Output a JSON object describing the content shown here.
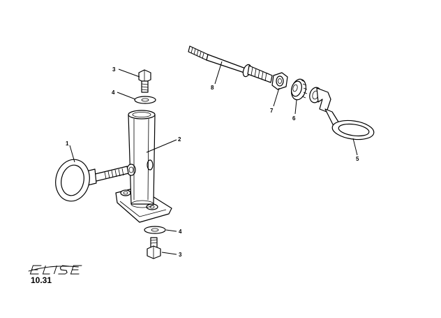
{
  "diagram": {
    "brand": "ELISE",
    "page_code": "10.31",
    "callouts": [
      {
        "id": "c1",
        "label": "1"
      },
      {
        "id": "c2",
        "label": "2"
      },
      {
        "id": "c3a",
        "label": "3"
      },
      {
        "id": "c3b",
        "label": "3"
      },
      {
        "id": "c4a",
        "label": "4"
      },
      {
        "id": "c4b",
        "label": "4"
      },
      {
        "id": "c5",
        "label": "5"
      },
      {
        "id": "c6",
        "label": "6"
      },
      {
        "id": "c7",
        "label": "7"
      },
      {
        "id": "c8",
        "label": "8"
      }
    ]
  }
}
